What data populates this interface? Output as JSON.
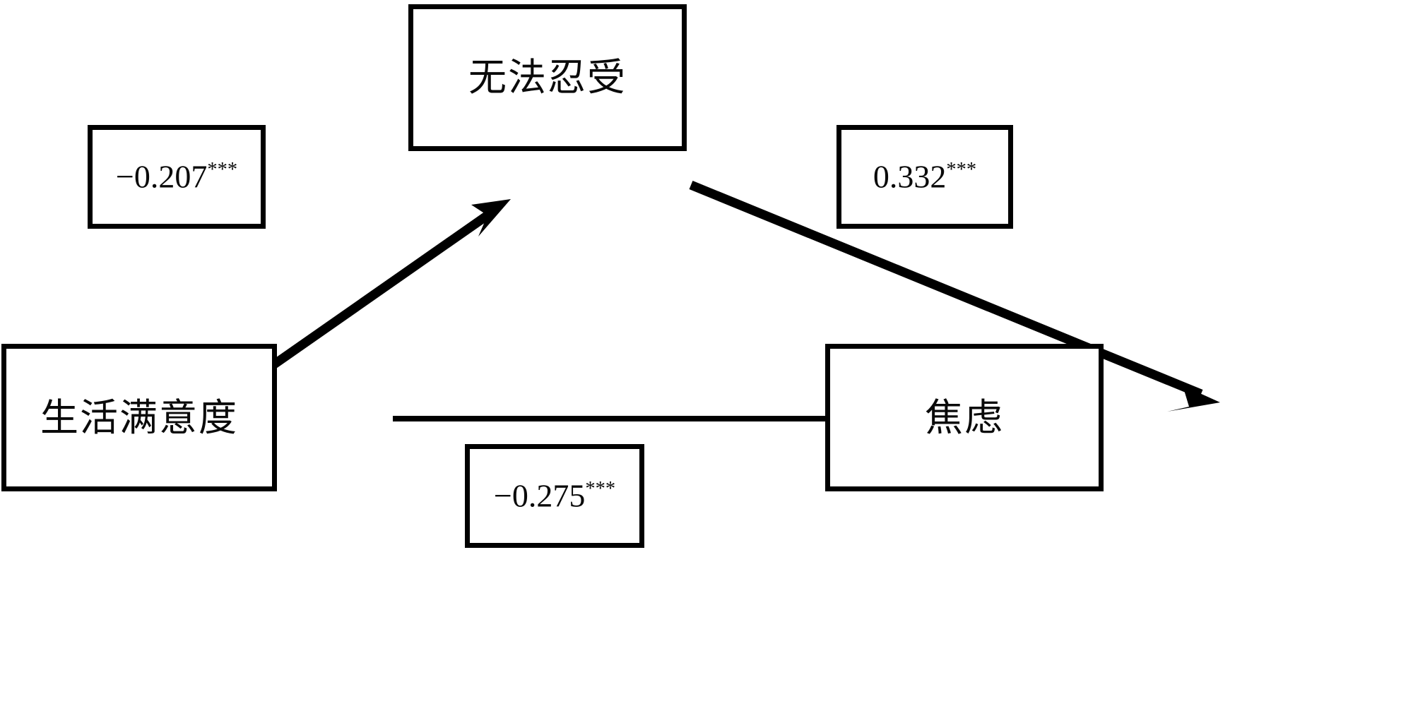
{
  "figure": {
    "type": "mediation-path-diagram",
    "background_color": "#ffffff",
    "stroke_color": "#000000"
  },
  "nodes": [
    {
      "id": "intolerance",
      "label": "无法忍受",
      "role": "mediator",
      "position": "top-center"
    },
    {
      "id": "life_satisfaction",
      "label": "生活满意度",
      "role": "predictor",
      "position": "bottom-left"
    },
    {
      "id": "anxiety",
      "label": "焦虑",
      "role": "outcome",
      "position": "bottom-right"
    }
  ],
  "paths": [
    {
      "id": "path-a",
      "from": "life_satisfaction",
      "to": "intolerance",
      "coefficient": "−0.207",
      "significance": "***",
      "label": "−0.207***",
      "arrow_style": "thick-diagonal-up"
    },
    {
      "id": "path-b",
      "from": "intolerance",
      "to": "anxiety",
      "coefficient": "0.332",
      "significance": "***",
      "label": "0.332***",
      "arrow_style": "thick-diagonal-down"
    },
    {
      "id": "path-c",
      "from": "life_satisfaction",
      "to": "anxiety",
      "coefficient": "−0.275",
      "significance": "***",
      "label": "−0.275***",
      "arrow_style": "thin-horizontal"
    }
  ],
  "chart_data": {
    "type": "diagram",
    "title": "",
    "nodes": [
      "无法忍受",
      "生活满意度",
      "焦虑"
    ],
    "edges": [
      {
        "source": "生活满意度",
        "target": "无法忍受",
        "value": -0.207,
        "p_marker": "***"
      },
      {
        "source": "无法忍受",
        "target": "焦虑",
        "value": 0.332,
        "p_marker": "***"
      },
      {
        "source": "生活满意度",
        "target": "焦虑",
        "value": -0.275,
        "p_marker": "***"
      }
    ]
  }
}
